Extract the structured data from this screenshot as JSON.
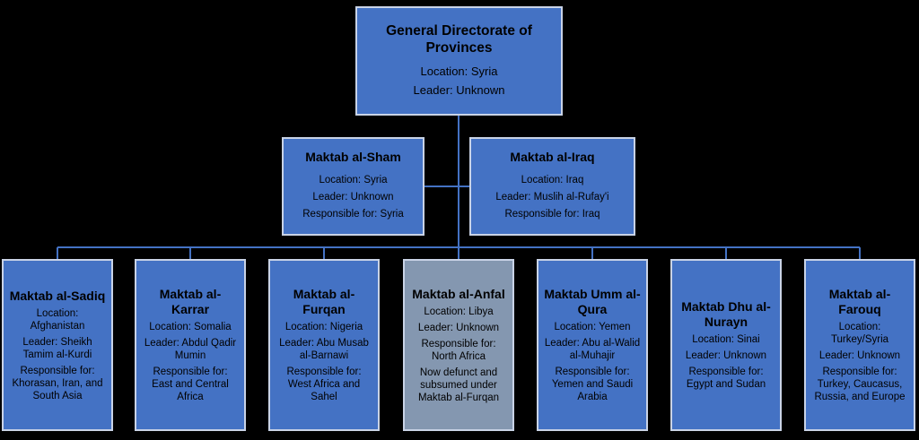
{
  "root": {
    "title": "General Directorate of Provinces",
    "lines": [
      "Location: Syria",
      "Leader: Unknown"
    ]
  },
  "offices": [
    {
      "title": "Maktab al-Sham",
      "lines": [
        "Location: Syria",
        "Leader: Unknown",
        "Responsible for: Syria"
      ]
    },
    {
      "title": "Maktab al-Iraq",
      "lines": [
        "Location: Iraq",
        "Leader: Muslih al-Rufay'i",
        "Responsible for: Iraq"
      ]
    }
  ],
  "branches": [
    {
      "title": "Maktab al-Sadiq",
      "lines": [
        "Location: Afghanistan",
        "Leader: Sheikh Tamim al-Kurdi",
        "Responsible for: Khorasan, Iran, and South Asia"
      ]
    },
    {
      "title": "Maktab al-Karrar",
      "lines": [
        "Location: Somalia",
        "Leader: Abdul Qadir Mumin",
        "Responsible for: East and Central Africa"
      ]
    },
    {
      "title": "Maktab al-Furqan",
      "lines": [
        "Location: Nigeria",
        "Leader: Abu Musab al-Barnawi",
        "Responsible for: West Africa and Sahel"
      ]
    },
    {
      "title": "Maktab al-Anfal",
      "lines": [
        "Location: Libya",
        "Leader: Unknown",
        "Responsible for: North Africa",
        "Now defunct and subsumed under Maktab al-Furqan"
      ]
    },
    {
      "title": "Maktab Umm al-Qura",
      "lines": [
        "Location: Yemen",
        "Leader: Abu al-Walid al-Muhajir",
        "Responsible for: Yemen and Saudi Arabia"
      ]
    },
    {
      "title": "Maktab Dhu al-Nurayn",
      "lines": [
        "Location: Sinai",
        "Leader: Unknown",
        "Responsible for: Egypt and Sudan"
      ]
    },
    {
      "title": "Maktab al-Farouq",
      "lines": [
        "Location: Turkey/Syria",
        "Leader: Unknown",
        "Responsible for: Turkey, Caucasus, Russia, and Europe"
      ]
    }
  ],
  "colors": {
    "box": "#4472c4",
    "defunct_box": "#8497b0",
    "connector": "#4472c4",
    "background": "#000000"
  }
}
